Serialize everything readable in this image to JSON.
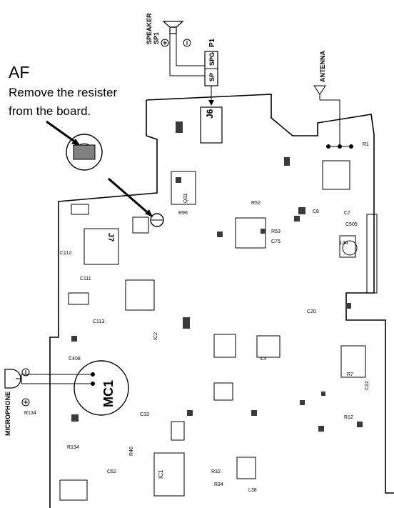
{
  "annotation": {
    "title": "AF",
    "line1": "Remove the resister",
    "line2": "from the board."
  },
  "labels": {
    "speaker": "SPEAKER",
    "sp1": "SP1",
    "p1": "P1",
    "spg": "SPG",
    "sp": "SP",
    "j6": "J6",
    "antenna": "ANTENNA",
    "microphone": "MICROPHONE",
    "mc1": "MC1",
    "j7": "J7",
    "r1": "R1",
    "c505": "C505",
    "ic1": "IC1",
    "ic2": "IC2",
    "ic4": "IC4",
    "l34": "L34",
    "c20": "C20",
    "r12": "R12",
    "c22": "C22",
    "r7": "R7",
    "c408": "C408",
    "r134": "R134",
    "c33": "C33",
    "r46": "R46",
    "c8": "C8",
    "c7": "C7",
    "r53": "R53",
    "c75": "C75",
    "r52": "R52",
    "r96": "R96",
    "q31": "Q31",
    "c112": "C112",
    "c111": "C111",
    "c113": "C113",
    "r32": "R32",
    "r34": "R34",
    "l38": "L38",
    "c62": "C62",
    "r134b": "R134"
  },
  "colors": {
    "line": "#000000",
    "component_fill": "#3a3a3a",
    "removed_part": "#808080"
  }
}
